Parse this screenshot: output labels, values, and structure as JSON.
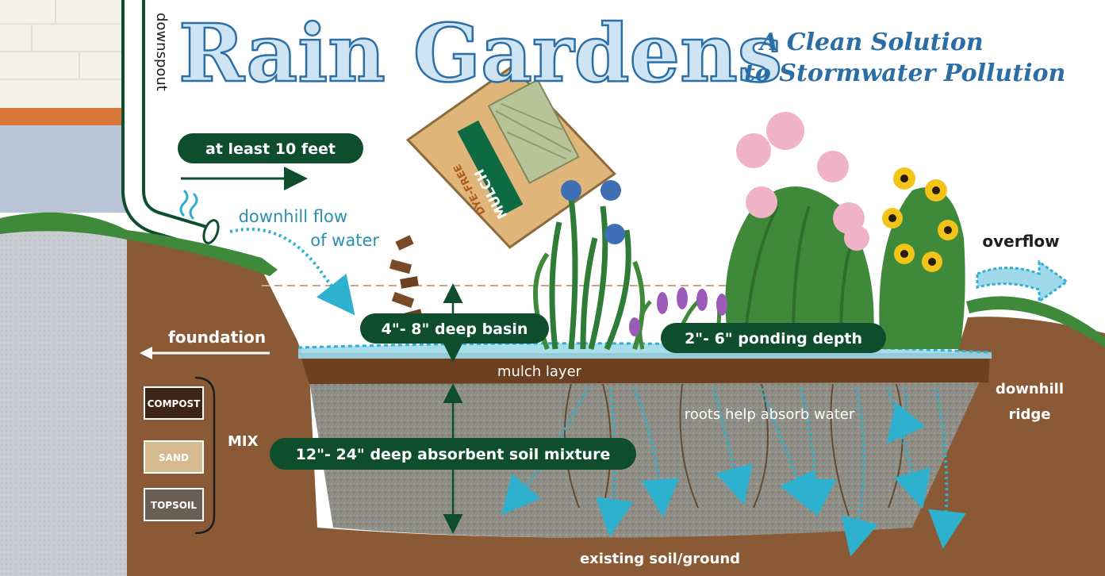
{
  "title": "Rain Gardens",
  "subtitle_line1": "A Clean Solution",
  "subtitle_line2": "to Stormwater Pollution",
  "labels": {
    "downspout": "downspout",
    "distance": "at least 10 feet",
    "downhill_flow_1": "downhill flow",
    "downhill_flow_2": "of water",
    "foundation": "foundation",
    "deep_basin": "4\"- 8\" deep basin",
    "ponding_depth": "2\"- 6\" ponding depth",
    "mulch_layer": "mulch layer",
    "soil_mixture": "12\"- 24\" deep absorbent soil mixture",
    "roots": "roots help absorb water",
    "existing_soil": "existing soil/ground",
    "overflow": "overflow",
    "downhill_ridge_1": "downhill",
    "downhill_ridge_2": "ridge",
    "mix": "MIX",
    "bag_dye_free": "DYE-FREE",
    "bag_mulch": "MULCH"
  },
  "mix_components": [
    "COMPOST",
    "SAND",
    "TOPSOIL"
  ],
  "colors": {
    "dark_green": "#0e4e2d",
    "soil_brown": "#8a5a36",
    "water_blue": "#2eb0cf",
    "title_blue": "#2b6fa6",
    "grass_green": "#3f8a3a"
  }
}
